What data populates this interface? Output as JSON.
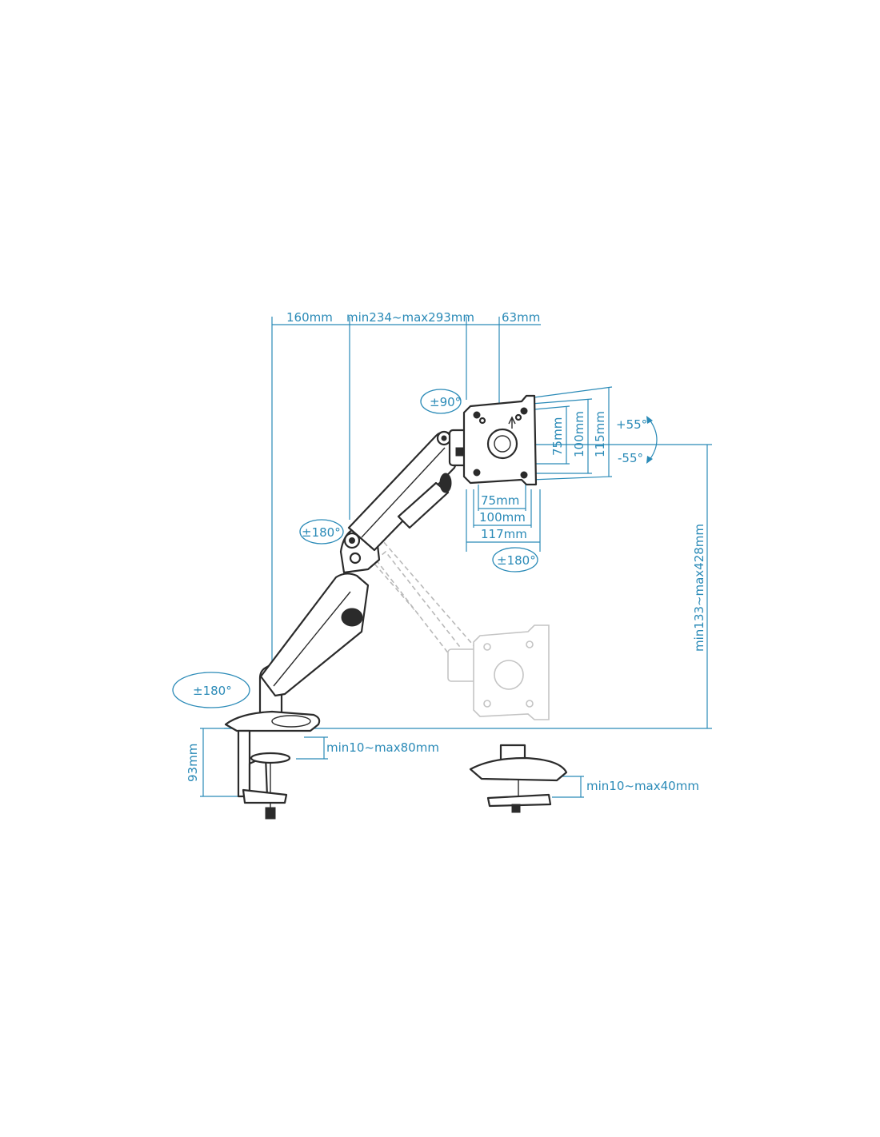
{
  "labels": {
    "d160": "160mm",
    "dreach": "min234~max293mm",
    "d63": "63mm",
    "rot90": "±90°",
    "tilt_up": "+55°",
    "tilt_down": "-55°",
    "v75": "75mm",
    "v100": "100mm",
    "v115": "115mm",
    "h75": "75mm",
    "h100": "100mm",
    "h117": "117mm",
    "rot180_top": "±180°",
    "rot180_mid": "±180°",
    "rot180_base": "±180°",
    "height": "min133~max428mm",
    "d93": "93mm",
    "clamp": "min10~max80mm",
    "grommet": "min10~max40mm"
  },
  "colors": {
    "dimension": "#2a8ab7",
    "line_art": "#2b2b2b",
    "ghost": "#b9b9b9"
  }
}
